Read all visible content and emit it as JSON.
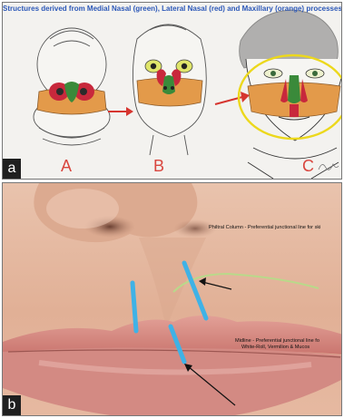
{
  "panel_a": {
    "title": "Structures derived from Medial Nasal (green), Lateral Nasal (red) and Maxillary (orange) processes",
    "label": "a",
    "stages": [
      "A",
      "B",
      "C"
    ],
    "colors": {
      "medial_nasal": "#3a8a3a",
      "lateral_nasal": "#c8283c",
      "maxillary": "#e39a4a",
      "arrow": "#d6352f",
      "ring": "#ecd81c",
      "title": "#2c58b8"
    },
    "signature": "Lina"
  },
  "panel_b": {
    "label": "b",
    "annotation_philtral": "Philtral Column - Preferential junctional line for ski",
    "annotation_midline_1": "Midline - Preferential junctional line fo",
    "annotation_midline_2": "White-Roll, Vermilion & Mucos",
    "colors": {
      "junction_line": "#3fb2e6",
      "white_roll": "#b9d98a",
      "skin": "#e7bca5",
      "lip": "#d98b84"
    }
  }
}
